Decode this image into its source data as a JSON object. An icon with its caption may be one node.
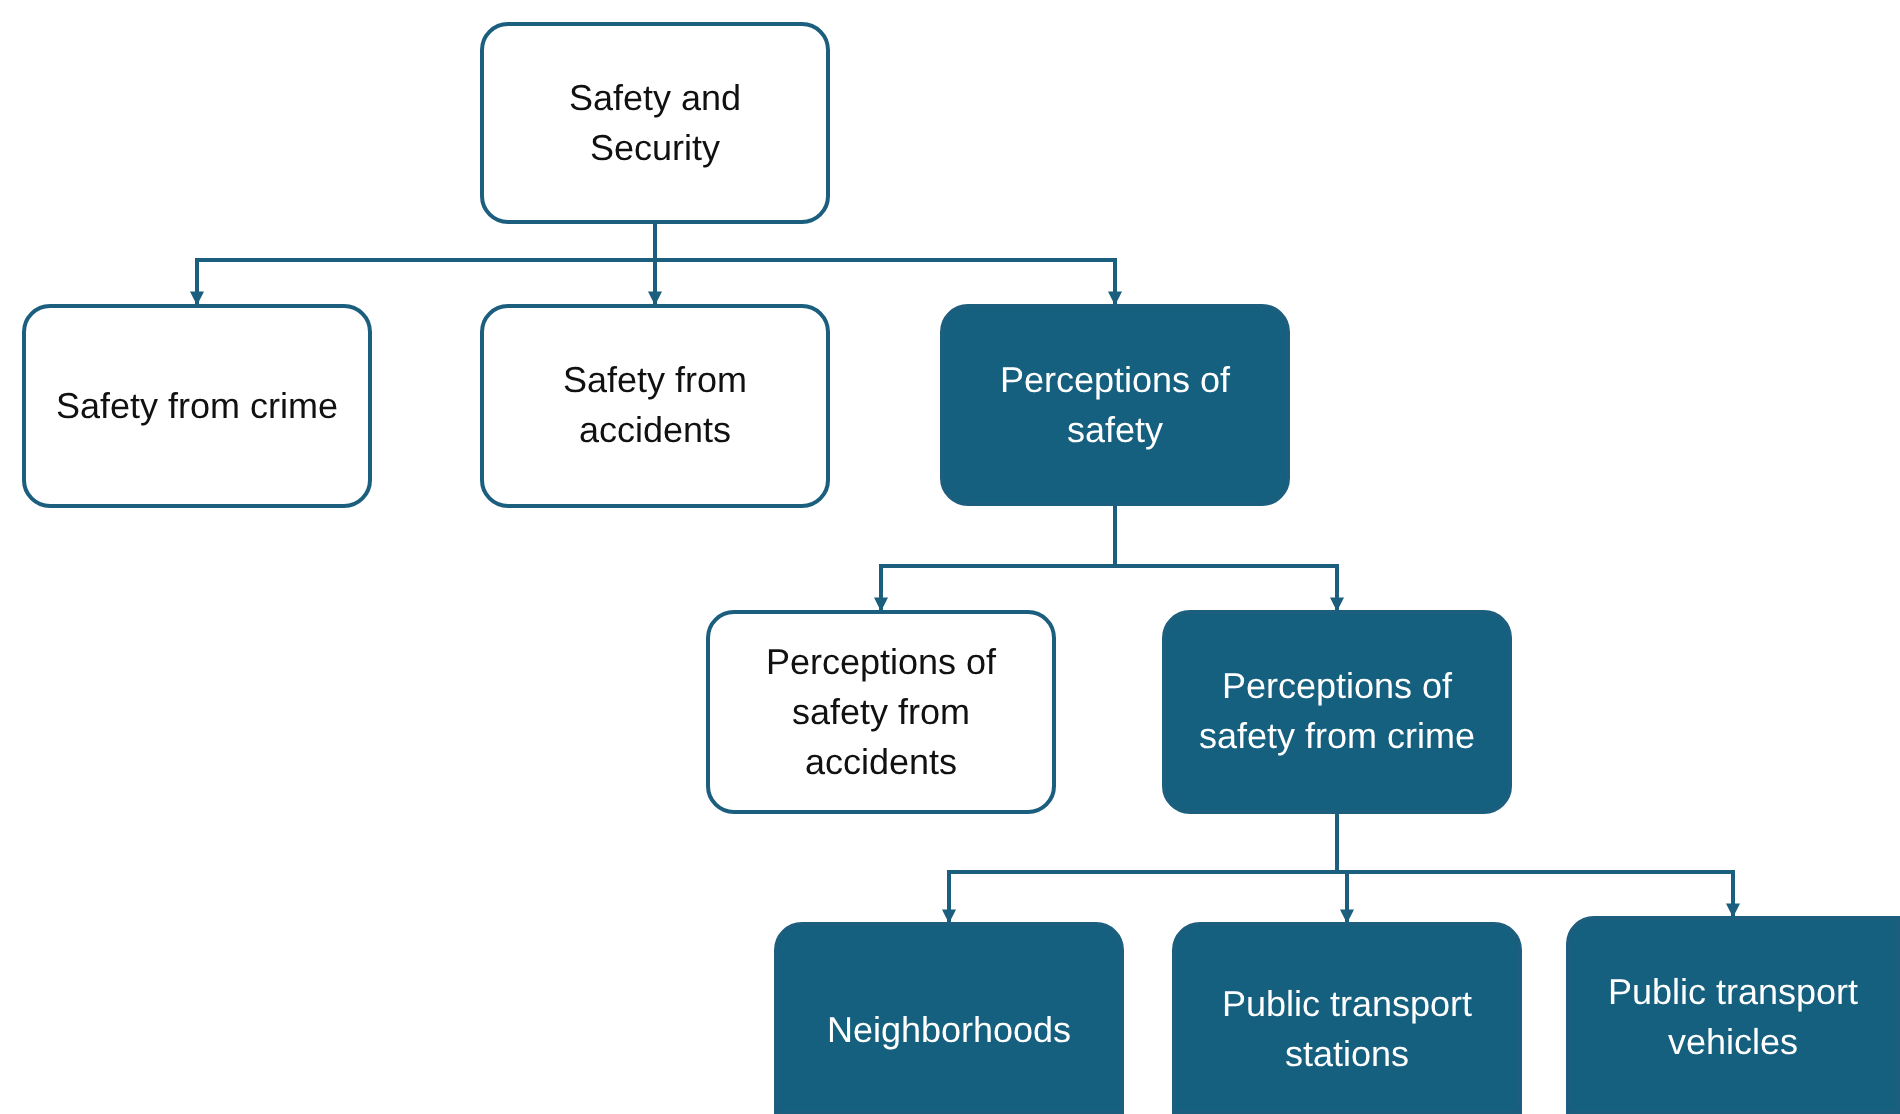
{
  "diagram": {
    "nodes": [
      {
        "text": [
          "Safety and Security"
        ]
      },
      {
        "text": [
          "Safety from crime"
        ]
      },
      {
        "text": [
          "Safety from accidents"
        ]
      },
      {
        "text": [
          "Perceptions of safety"
        ]
      },
      {
        "text": [
          "Perceptions of safety from accidents"
        ]
      },
      {
        "text": [
          "Perceptions of safety from crime"
        ]
      },
      {
        "text": [
          "Neighborhoods"
        ]
      },
      {
        "text": [
          "Public transport stations"
        ]
      },
      {
        "text": [
          "Public transport vehicles"
        ]
      }
    ],
    "edges": [
      {
        "from": 0,
        "to": 1,
        "arrow": "to"
      },
      {
        "from": 0,
        "to": 2,
        "arrow": "to"
      },
      {
        "from": 0,
        "to": 3,
        "arrow": "to"
      },
      {
        "from": 3,
        "to": 4,
        "arrow": "to"
      },
      {
        "from": 3,
        "to": 5,
        "arrow": "to"
      },
      {
        "from": 5,
        "to": 6,
        "arrow": "to"
      },
      {
        "from": 5,
        "to": 7,
        "arrow": "to"
      },
      {
        "from": 5,
        "to": 8,
        "arrow": "to"
      }
    ]
  }
}
